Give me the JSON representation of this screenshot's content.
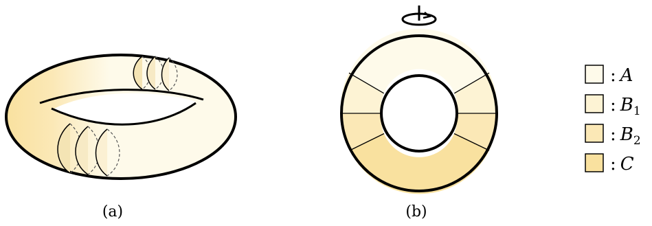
{
  "panel_a": {
    "caption": "(a)"
  },
  "panel_b": {
    "caption": "(b)"
  },
  "regions": [
    {
      "id": "A",
      "color": "#FEFAEA"
    },
    {
      "id": "B1",
      "color": "#FDF3D4"
    },
    {
      "id": "B2",
      "color": "#FBE8B6"
    },
    {
      "id": "C",
      "color": "#F9E19F"
    }
  ],
  "legend": [
    {
      "label": "A",
      "sub": ""
    },
    {
      "label": "B",
      "sub": "1"
    },
    {
      "label": "B",
      "sub": "2"
    },
    {
      "label": "C",
      "sub": ""
    }
  ],
  "legend_separator": ":",
  "stroke_color": "#000000",
  "rotation_icon": "rotation-arrow-icon"
}
